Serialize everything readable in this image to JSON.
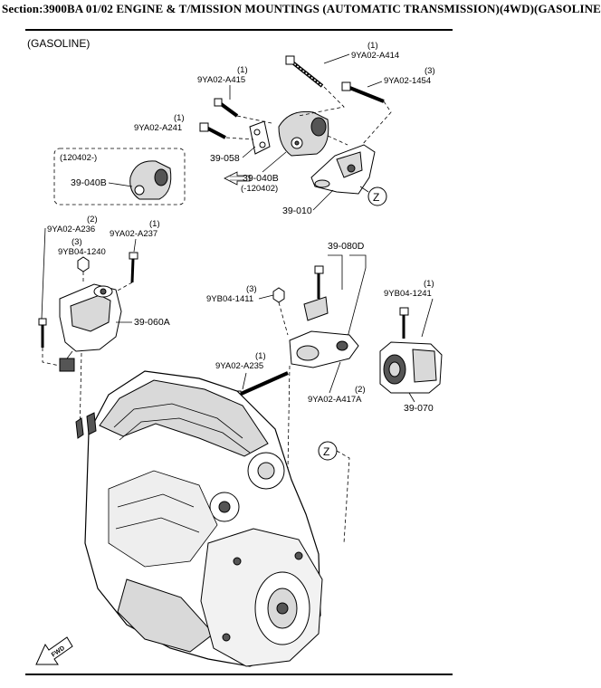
{
  "header": {
    "section_title": "Section:3900BA 01/02 ENGINE & T/MISSION MOUNTINGS (AUTOMATIC TRANSMISSION)(4WD)(GASOLINE"
  },
  "diagram": {
    "variant_label": "(GASOLINE)",
    "callouts": [
      {
        "id": "9YA02-A414",
        "code": "9YA02-A414",
        "qty": "(1)"
      },
      {
        "id": "9YA02-A415",
        "code": "9YA02-A415",
        "qty": "(1)"
      },
      {
        "id": "9YA02-1454",
        "code": "9YA02-1454",
        "qty": "(3)"
      },
      {
        "id": "9YA02-A241",
        "code": "9YA02-A241",
        "qty": "(1)"
      },
      {
        "id": "9YA02-A236",
        "code": "9YA02-A236",
        "qty": "(2)"
      },
      {
        "id": "9YA02-A237",
        "code": "9YA02-A237",
        "qty": "(1)"
      },
      {
        "id": "9YB04-1240",
        "code": "9YB04-1240",
        "qty": "(3)"
      },
      {
        "id": "9YB04-1411",
        "code": "9YB04-1411",
        "qty": "(3)"
      },
      {
        "id": "9YB04-1241",
        "code": "9YB04-1241",
        "qty": "(1)"
      },
      {
        "id": "9YA02-A235",
        "code": "9YA02-A235",
        "qty": "(1)"
      },
      {
        "id": "9YA02-A417A",
        "code": "9YA02-A417A",
        "qty": "(2)"
      }
    ],
    "parts": {
      "p39_058": "39-058",
      "p39_040B": "39-040B",
      "p39_040B_main": "39-040B",
      "p39_040B_date": "(-120402)",
      "p39_010": "39-010",
      "p39_060A": "39-060A",
      "p39_080D": "39-080D",
      "p39_070": "39-070"
    },
    "inset_date": "(120402-)",
    "view_marker": "Z",
    "view_marker_2": "Z",
    "fwd_label": "FWD"
  }
}
